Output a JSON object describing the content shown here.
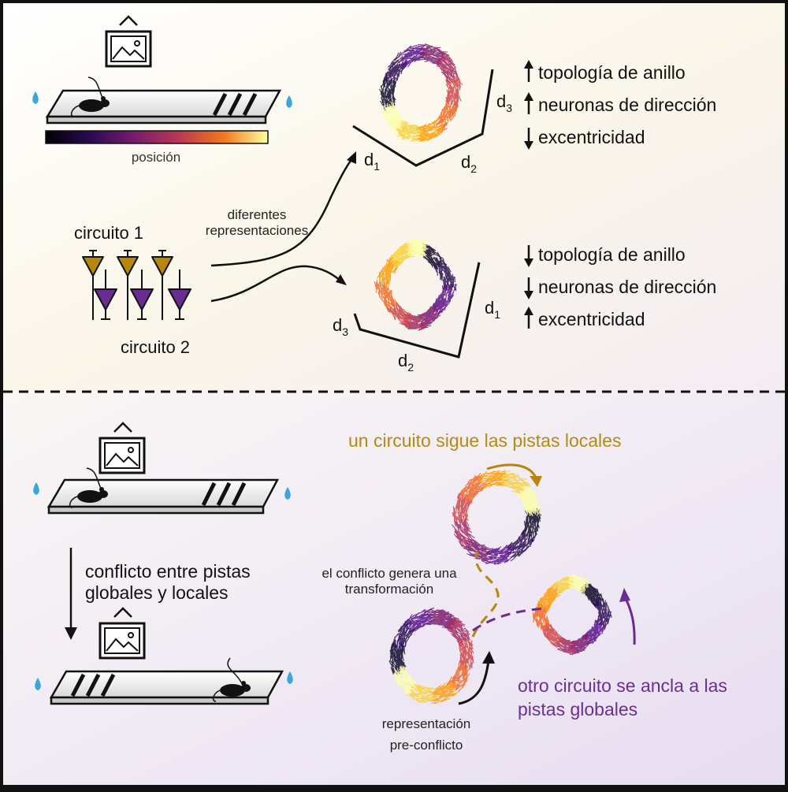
{
  "colors": {
    "gold": "#b8860b",
    "purple": "#6a2c91",
    "gold_text": "#b58a14",
    "purple_text": "#6b2f93",
    "ink": "#111111"
  },
  "top": {
    "position_label": "posición",
    "circuit1": "circuito 1",
    "circuit2": "circuito 2",
    "arrow_label_1": "diferentes",
    "arrow_label_2": "representaciones",
    "ring1": {
      "axis_d1": "d",
      "axis_d1_sub": "1",
      "axis_d2": "d",
      "axis_d2_sub": "2",
      "axis_d3": "d",
      "axis_d3_sub": "3",
      "props": [
        {
          "dir": "up",
          "text": "topología de anillo"
        },
        {
          "dir": "up",
          "text": "neuronas de dirección"
        },
        {
          "dir": "down",
          "text": "excentricidad"
        }
      ]
    },
    "ring2": {
      "axis_d1": "d",
      "axis_d1_sub": "1",
      "axis_d2": "d",
      "axis_d2_sub": "2",
      "axis_d3": "d",
      "axis_d3_sub": "3",
      "props": [
        {
          "dir": "down",
          "text": "topología de anillo"
        },
        {
          "dir": "down",
          "text": "neuronas de dirección"
        },
        {
          "dir": "up",
          "text": "excentricidad"
        }
      ]
    }
  },
  "bottom": {
    "conflict_1": "conflicto entre pistas",
    "conflict_2": "globales y locales",
    "local_label": "un circuito sigue las pistas locales",
    "transform_1": "el conflicto genera una",
    "transform_2": "transformación",
    "global_1": "otro circuito se ancla a las",
    "global_2": "pistas globales",
    "pre_1": "representación",
    "pre_2": "pre-conflicto"
  }
}
